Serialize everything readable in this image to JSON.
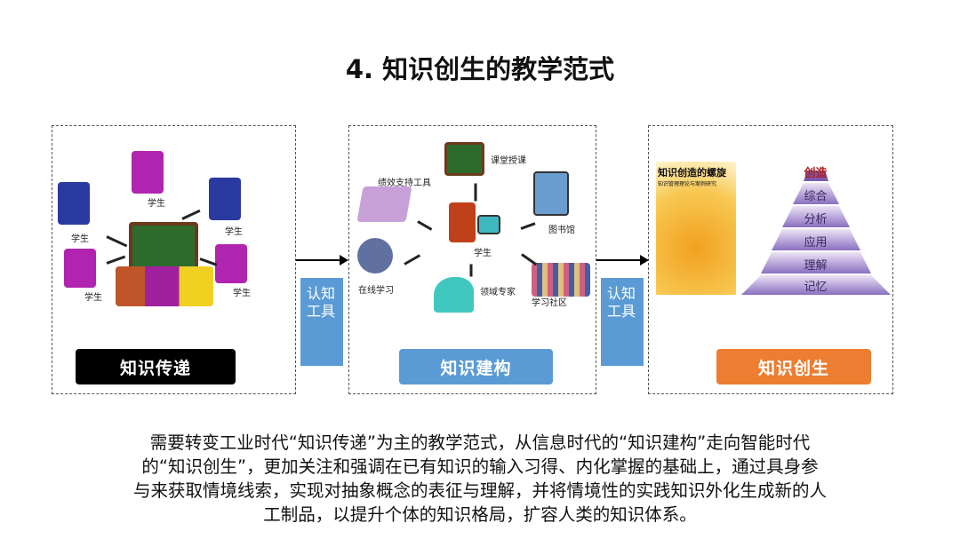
{
  "title": "4. 知识创生的教学范式",
  "panel1": {
    "label": "知识传递",
    "students": [
      "学生",
      "学生",
      "学生",
      "学生",
      "学生"
    ]
  },
  "panel2": {
    "label": "知识建构",
    "center": "学生",
    "nodes": [
      "课堂授课",
      "绩效支持工具",
      "图书馆",
      "在线学习",
      "领域专家",
      "学习社区"
    ]
  },
  "panel3": {
    "label": "知识创生",
    "book_title": "知识创造的螺旋",
    "book_subtitle": "知识管理理论与案例研究",
    "pyramid": [
      "创造",
      "综合",
      "分析",
      "应用",
      "理解",
      "记忆"
    ]
  },
  "tool_label": "认知工具",
  "tool_label_lines": [
    "认知",
    "工具"
  ],
  "colors": {
    "black_label": "#000000",
    "blue_label": "#5b9bd5",
    "orange_label": "#ed7d31",
    "tool_box": "#5b9bd5",
    "pyramid": "#8b6fc0"
  },
  "paragraph": [
    "需要转变工业时代“知识传递”为主的教学范式，从信息时代的“知识建构”走向智能时代",
    "的“知识创生”，更加关注和强调在已有知识的输入习得、内化掌握的基础上，通过具身参",
    "与来获取情境线索，实现对抽象概念的表征与理解，并将情境性的实践知识外化生成新的人",
    "工制品，以提升个体的知识格局，扩容人类的知识体系。"
  ]
}
